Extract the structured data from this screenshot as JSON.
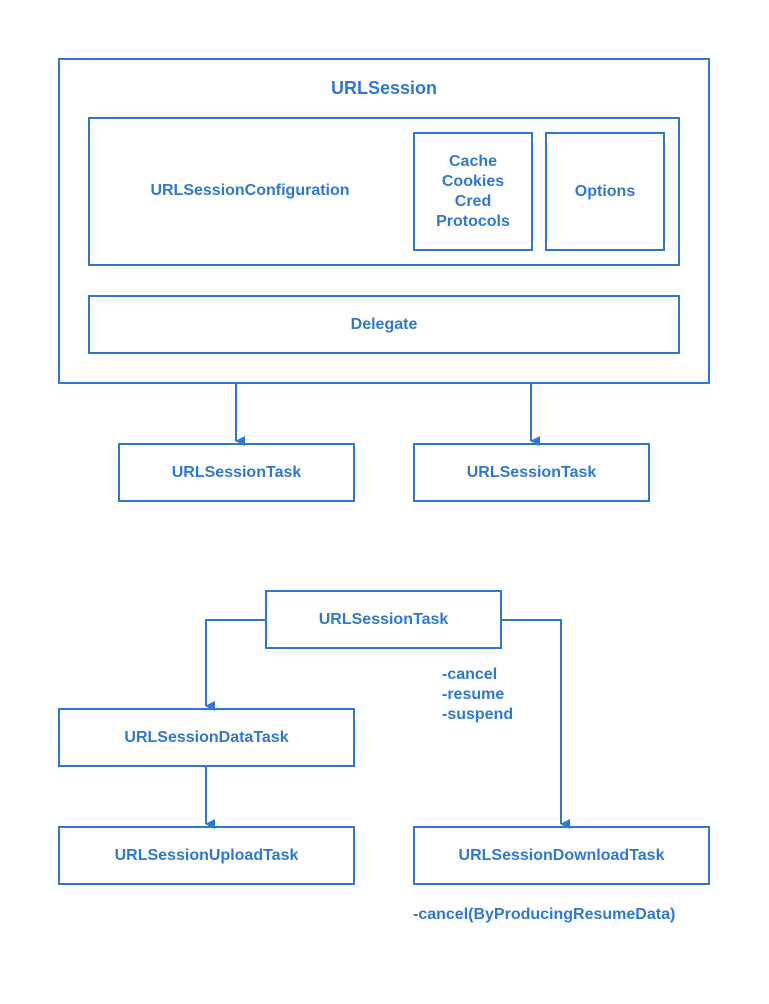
{
  "url_session": {
    "title": "URLSession",
    "configuration": {
      "label": "URLSessionConfiguration",
      "storage_lines": [
        "Cache",
        "Cookies",
        "Cred",
        "Protocols"
      ],
      "options_label": "Options"
    },
    "delegate_label": "Delegate",
    "tasks": [
      "URLSessionTask",
      "URLSessionTask"
    ]
  },
  "task_hierarchy": {
    "root_label": "URLSessionTask",
    "root_methods": [
      "-cancel",
      "-resume",
      "-suspend"
    ],
    "data_task_label": "URLSessionDataTask",
    "upload_task_label": "URLSessionUploadTask",
    "download_task_label": "URLSessionDownloadTask",
    "download_method": "-cancel(ByProducingResumeData)"
  },
  "colors": {
    "accent": "#2f78d2",
    "background": "#ffffff"
  }
}
